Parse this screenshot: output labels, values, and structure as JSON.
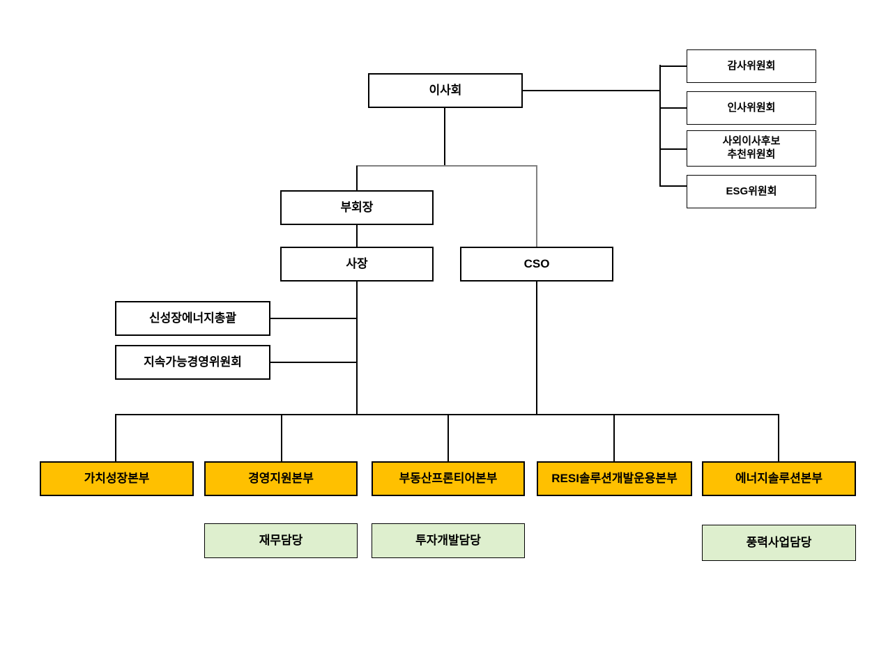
{
  "diagram": {
    "type": "org-chart",
    "colors": {
      "division_fill": "#FFC000",
      "unit_fill": "#DEEFCE",
      "box_border": "#000000",
      "line": "#000000",
      "elbow_line": "#808080"
    },
    "nodes": {
      "board": {
        "label": "이사회"
      },
      "committee_audit": {
        "label": "감사위원회"
      },
      "committee_hr": {
        "label": "인사위원회"
      },
      "committee_outside_director": {
        "label": "사외이사후보\n추천위원회"
      },
      "committee_esg": {
        "label": "ESG위원회"
      },
      "vice_chairman": {
        "label": "부회장"
      },
      "president": {
        "label": "사장"
      },
      "cso": {
        "label": "CSO"
      },
      "new_growth_energy": {
        "label": "신성장에너지총괄"
      },
      "sustainability_committee": {
        "label": "지속가능경영위원회"
      },
      "div_value_growth": {
        "label": "가치성장본부"
      },
      "div_mgmt_support": {
        "label": "경영지원본부"
      },
      "div_real_estate_frontier": {
        "label": "부동산프론티어본부"
      },
      "div_resi_solution": {
        "label": "RESI솔루션개발운용본부"
      },
      "div_energy_solution": {
        "label": "에너지솔루션본부"
      },
      "unit_finance": {
        "label": "재무담당"
      },
      "unit_investment_dev": {
        "label": "투자개발담당"
      },
      "unit_wind_power": {
        "label": "풍력사업담당"
      }
    }
  }
}
